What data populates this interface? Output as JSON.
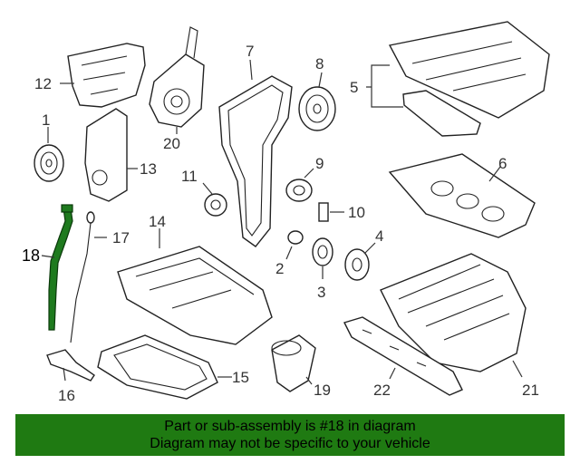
{
  "callouts": {
    "c1": "1",
    "c2": "2",
    "c3": "3",
    "c4": "4",
    "c5": "5",
    "c6": "6",
    "c7": "7",
    "c8": "8",
    "c9": "9",
    "c10": "10",
    "c11": "11",
    "c12": "12",
    "c13": "13",
    "c14": "14",
    "c15": "15",
    "c16": "16",
    "c17": "17",
    "c18": "18",
    "c19": "19",
    "c20": "20",
    "c21": "21",
    "c22": "22"
  },
  "highlight": {
    "part": "18",
    "color": "#1f7a12"
  },
  "banner": {
    "line1": "Part or sub-assembly is #18 in diagram",
    "line2": "Diagram may not be specific to your vehicle"
  }
}
